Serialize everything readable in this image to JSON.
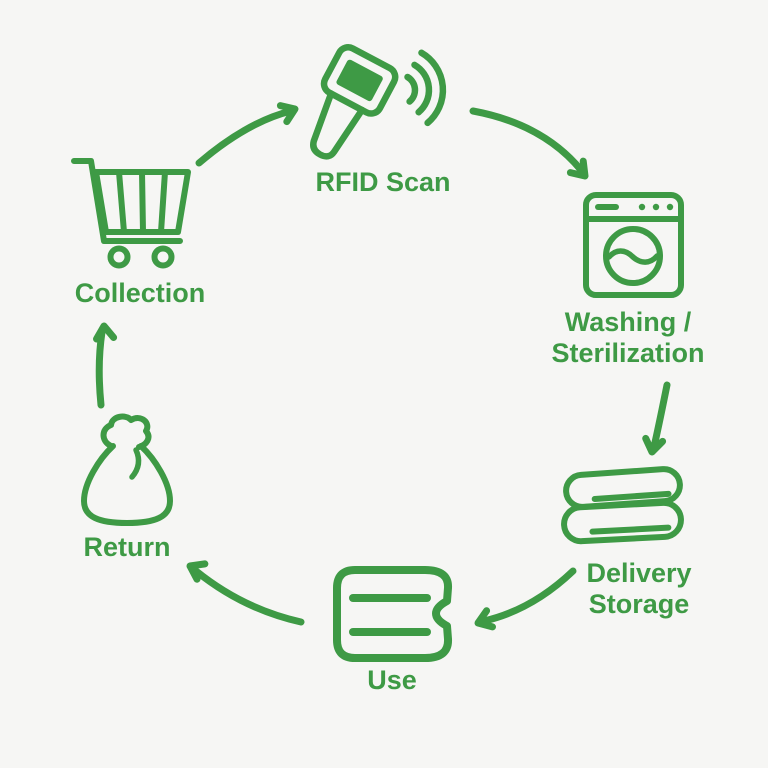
{
  "colors": {
    "accent": "#3e9a45",
    "background": "#f6f6f4"
  },
  "diagram": {
    "type": "cycle",
    "steps": [
      {
        "name": "collection",
        "lines": [
          "Collection"
        ],
        "icon": "shopping-cart-icon"
      },
      {
        "name": "rfid-scan",
        "lines": [
          "RFID Scan"
        ],
        "icon": "rfid-scanner-icon"
      },
      {
        "name": "washing-sterilization",
        "lines": [
          "Washing /",
          "Sterilization"
        ],
        "icon": "washing-machine-icon"
      },
      {
        "name": "delivery-storage",
        "lines": [
          "Delivery",
          "Storage"
        ],
        "icon": "folded-linens-icon"
      },
      {
        "name": "use",
        "lines": [
          "Use"
        ],
        "icon": "folded-towel-icon"
      },
      {
        "name": "return",
        "lines": [
          "Return"
        ],
        "icon": "laundry-bag-icon"
      }
    ],
    "flow_order": [
      "Collection",
      "RFID Scan",
      "Washing / Sterilization",
      "Delivery Storage",
      "Use",
      "Return"
    ]
  }
}
